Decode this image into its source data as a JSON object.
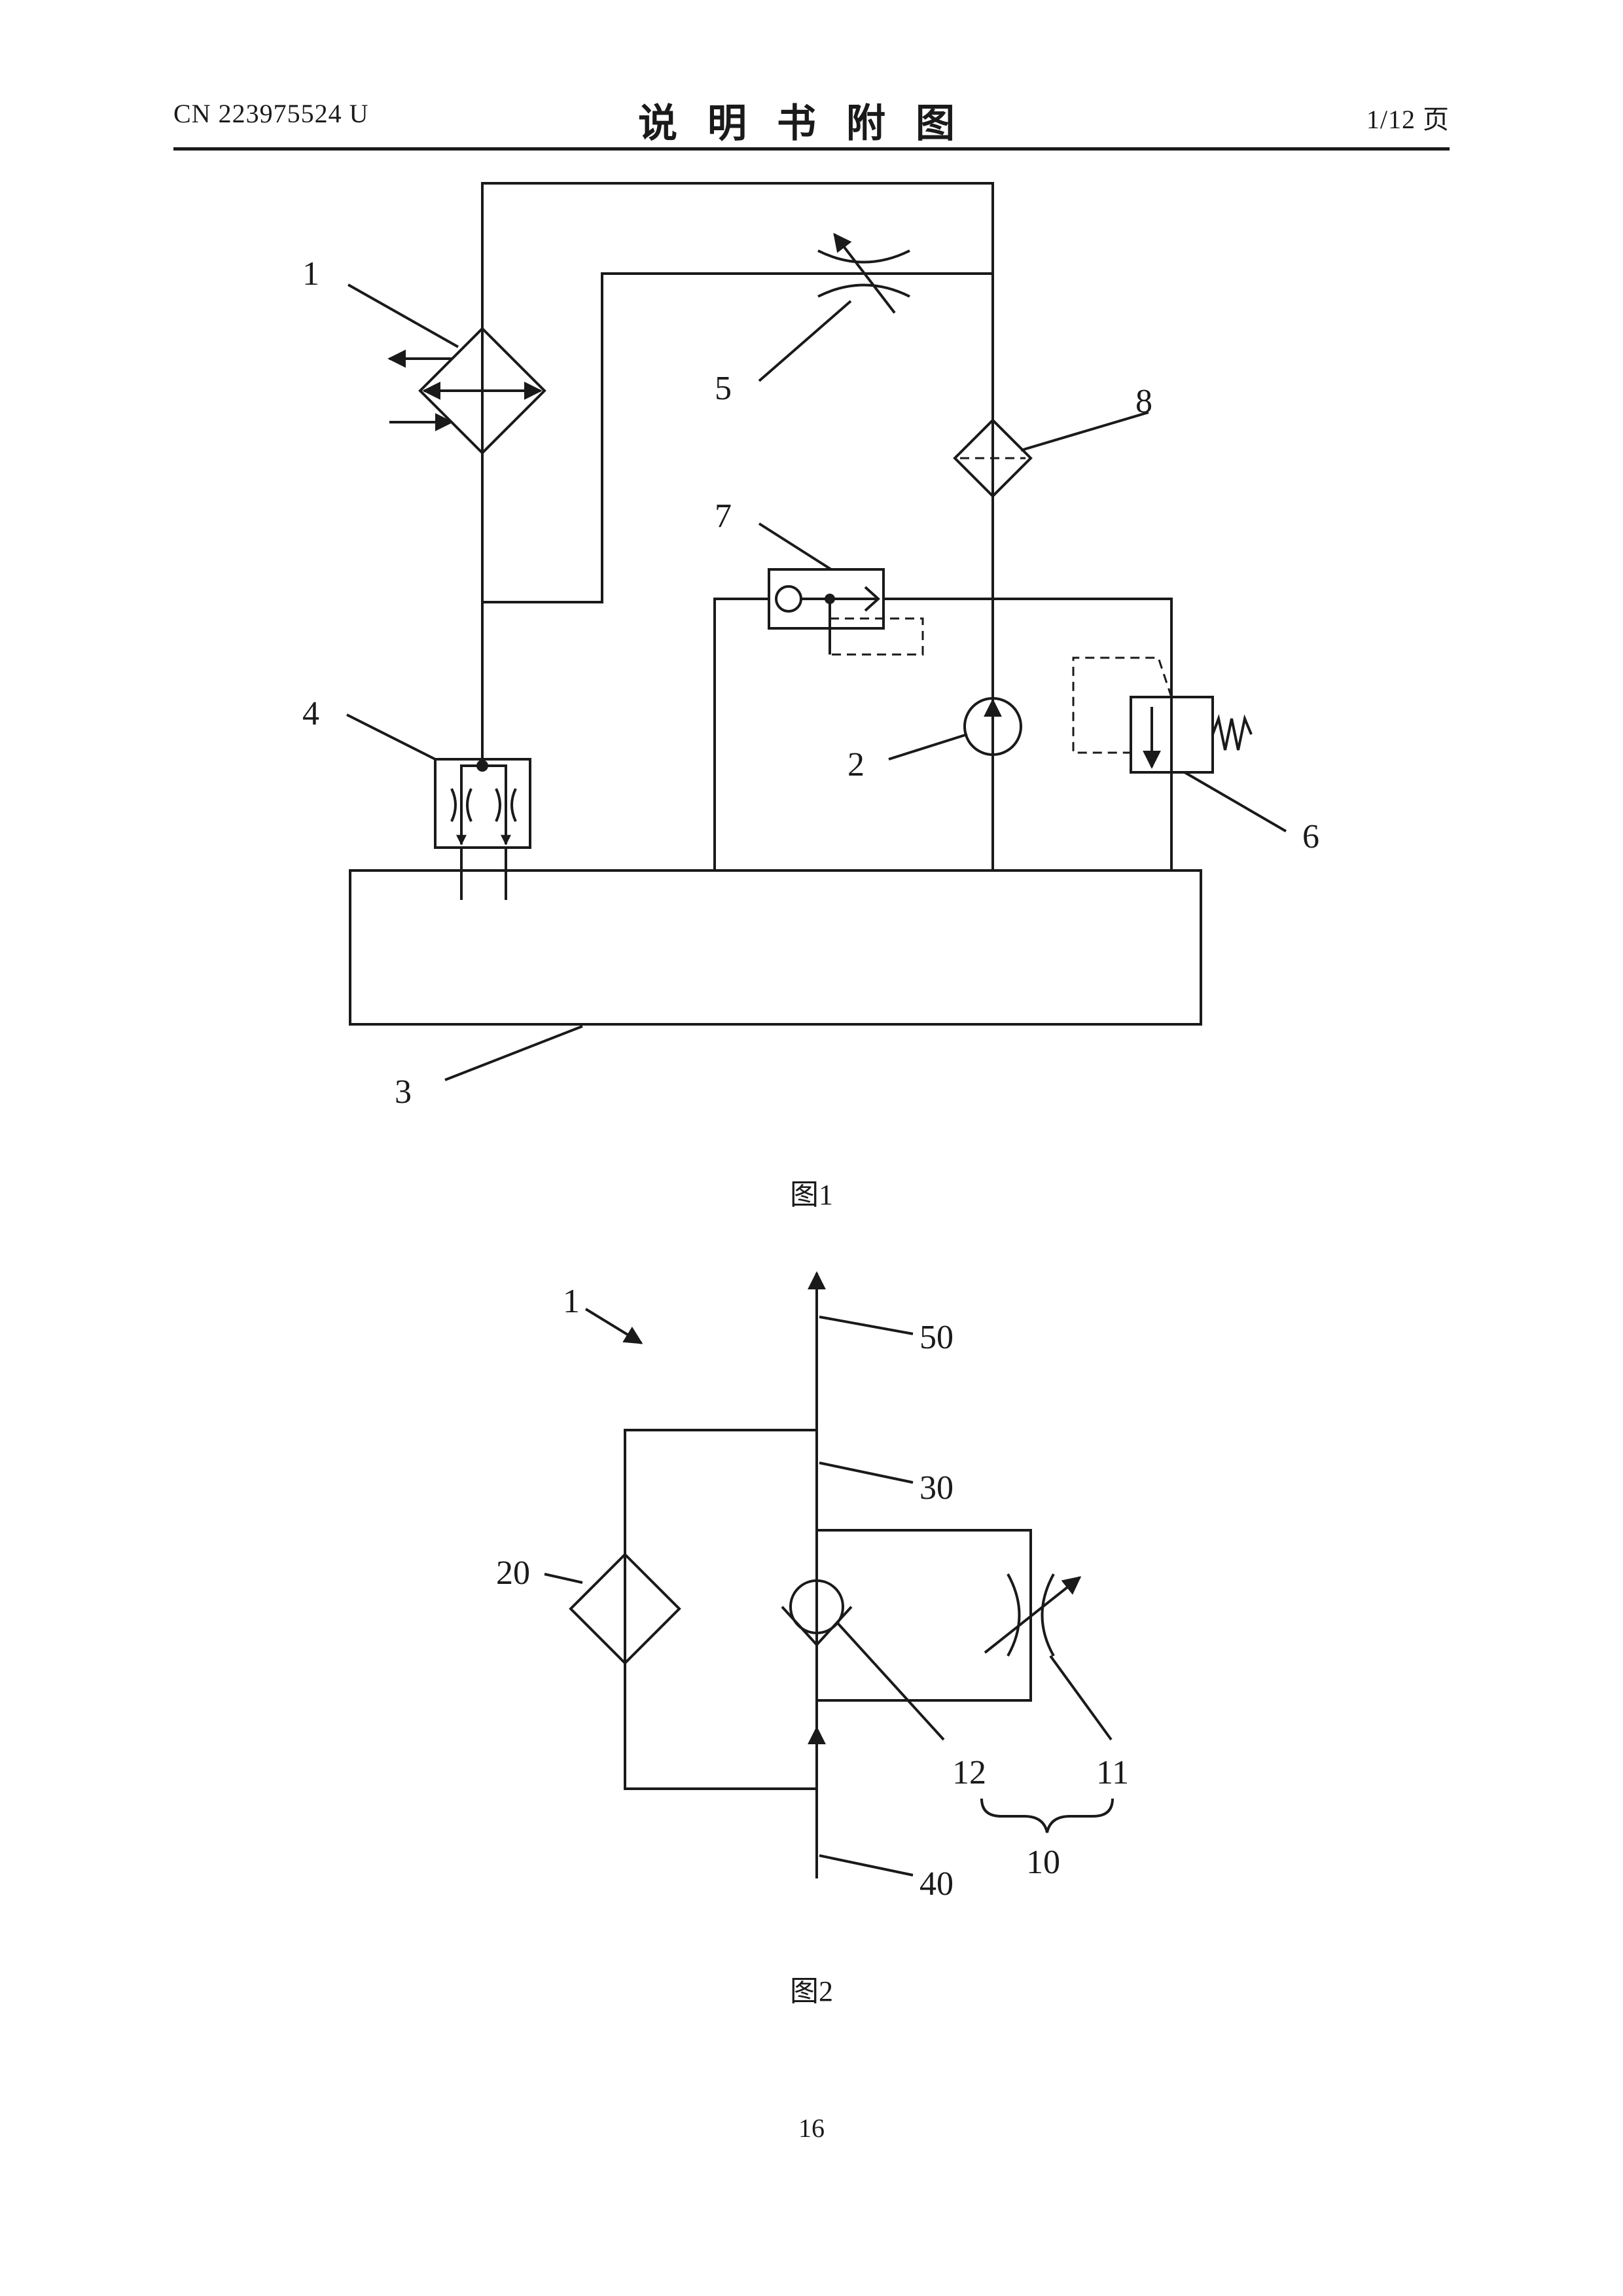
{
  "header": {
    "doc_number": "CN 223975524 U",
    "title": "说明书附图",
    "page_of": "1/12 页"
  },
  "figure1": {
    "caption": "图1",
    "labels": {
      "l1": "1",
      "l2": "2",
      "l3": "3",
      "l4": "4",
      "l5": "5",
      "l6": "6",
      "l7": "7",
      "l8": "8"
    }
  },
  "figure2": {
    "caption": "图2",
    "labels": {
      "l1": "1",
      "l10": "10",
      "l11": "11",
      "l12": "12",
      "l20": "20",
      "l30": "30",
      "l40": "40",
      "l50": "50"
    }
  },
  "footer": {
    "page_number": "16"
  }
}
